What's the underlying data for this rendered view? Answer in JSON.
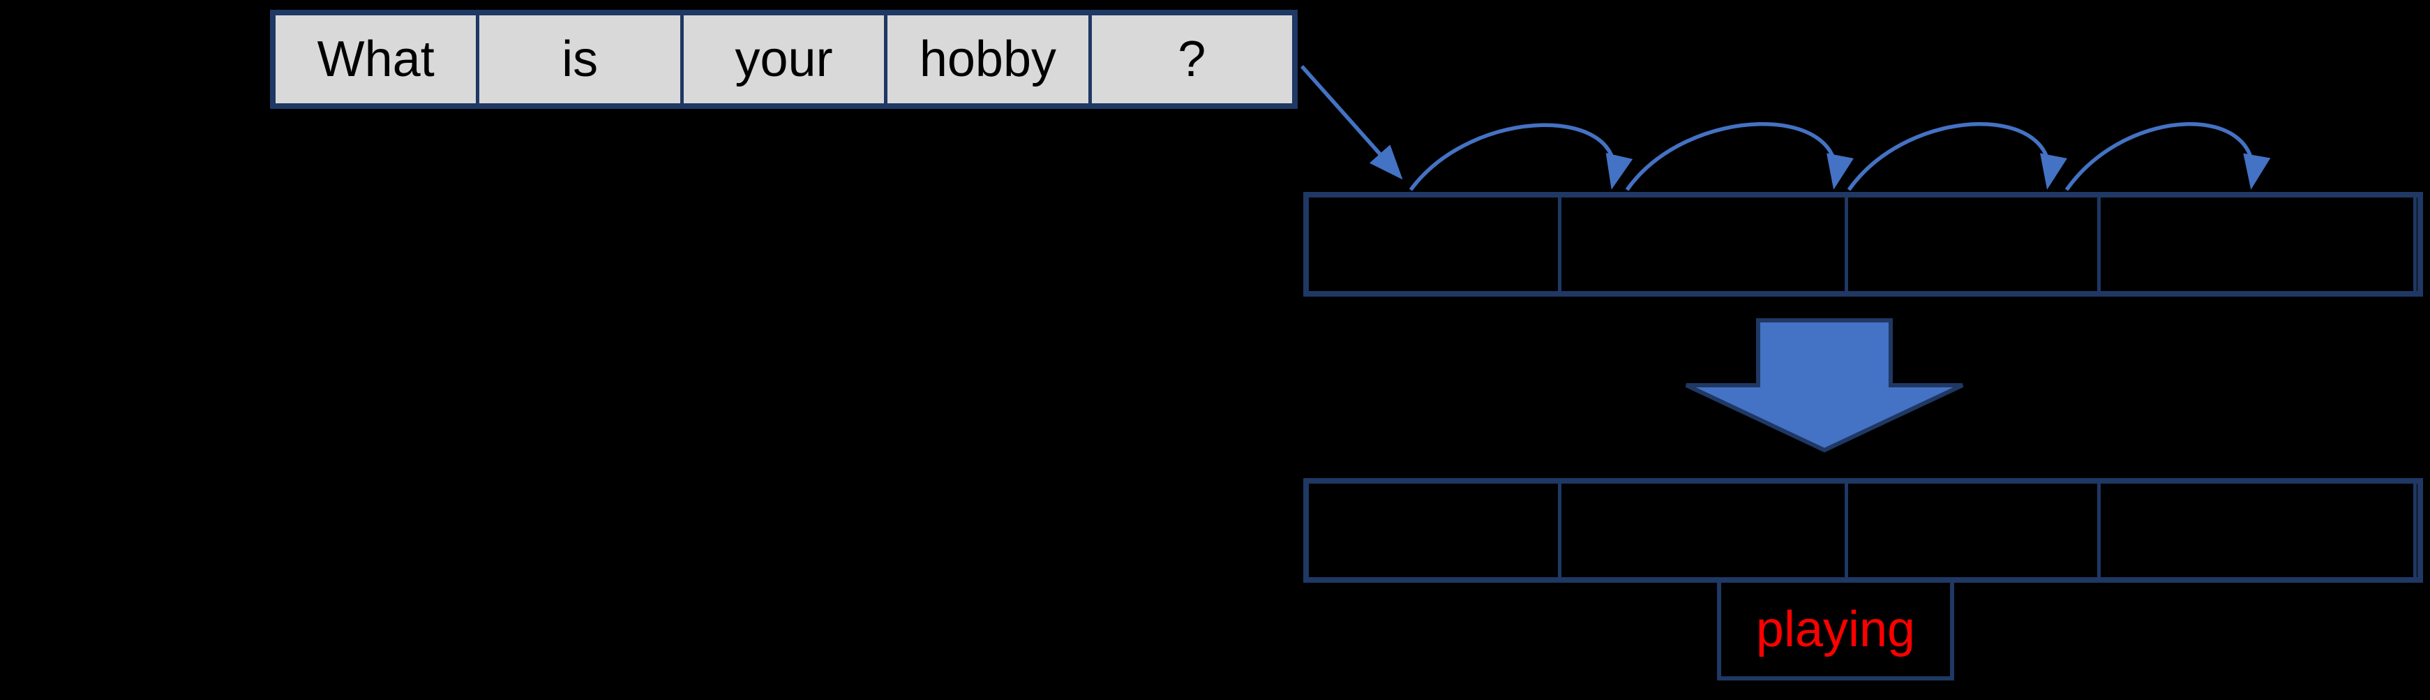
{
  "diagram": {
    "description_visible_text_only": true
  },
  "sentence_row": {
    "cells": [
      "What",
      "is",
      "your",
      "hobby",
      "?"
    ]
  },
  "encoder_row": {
    "cells": [
      "",
      "",
      "",
      "",
      ""
    ]
  },
  "output_row": {
    "cells": [
      "",
      "",
      "",
      "",
      ""
    ]
  },
  "prediction": {
    "label": "playing"
  },
  "icons": {
    "sentence_to_encoder": "diagonal-arrow-icon",
    "sequential_hops": "arc-hop-arrow-icon",
    "transform": "block-down-arrow-icon"
  },
  "colors": {
    "background": "#000000",
    "border_navy": "#1F3864",
    "accent_blue": "#4472C4",
    "sentence_fill": "#D9D9D9",
    "word_text": "#000000",
    "prediction_red": "#FF0000"
  }
}
